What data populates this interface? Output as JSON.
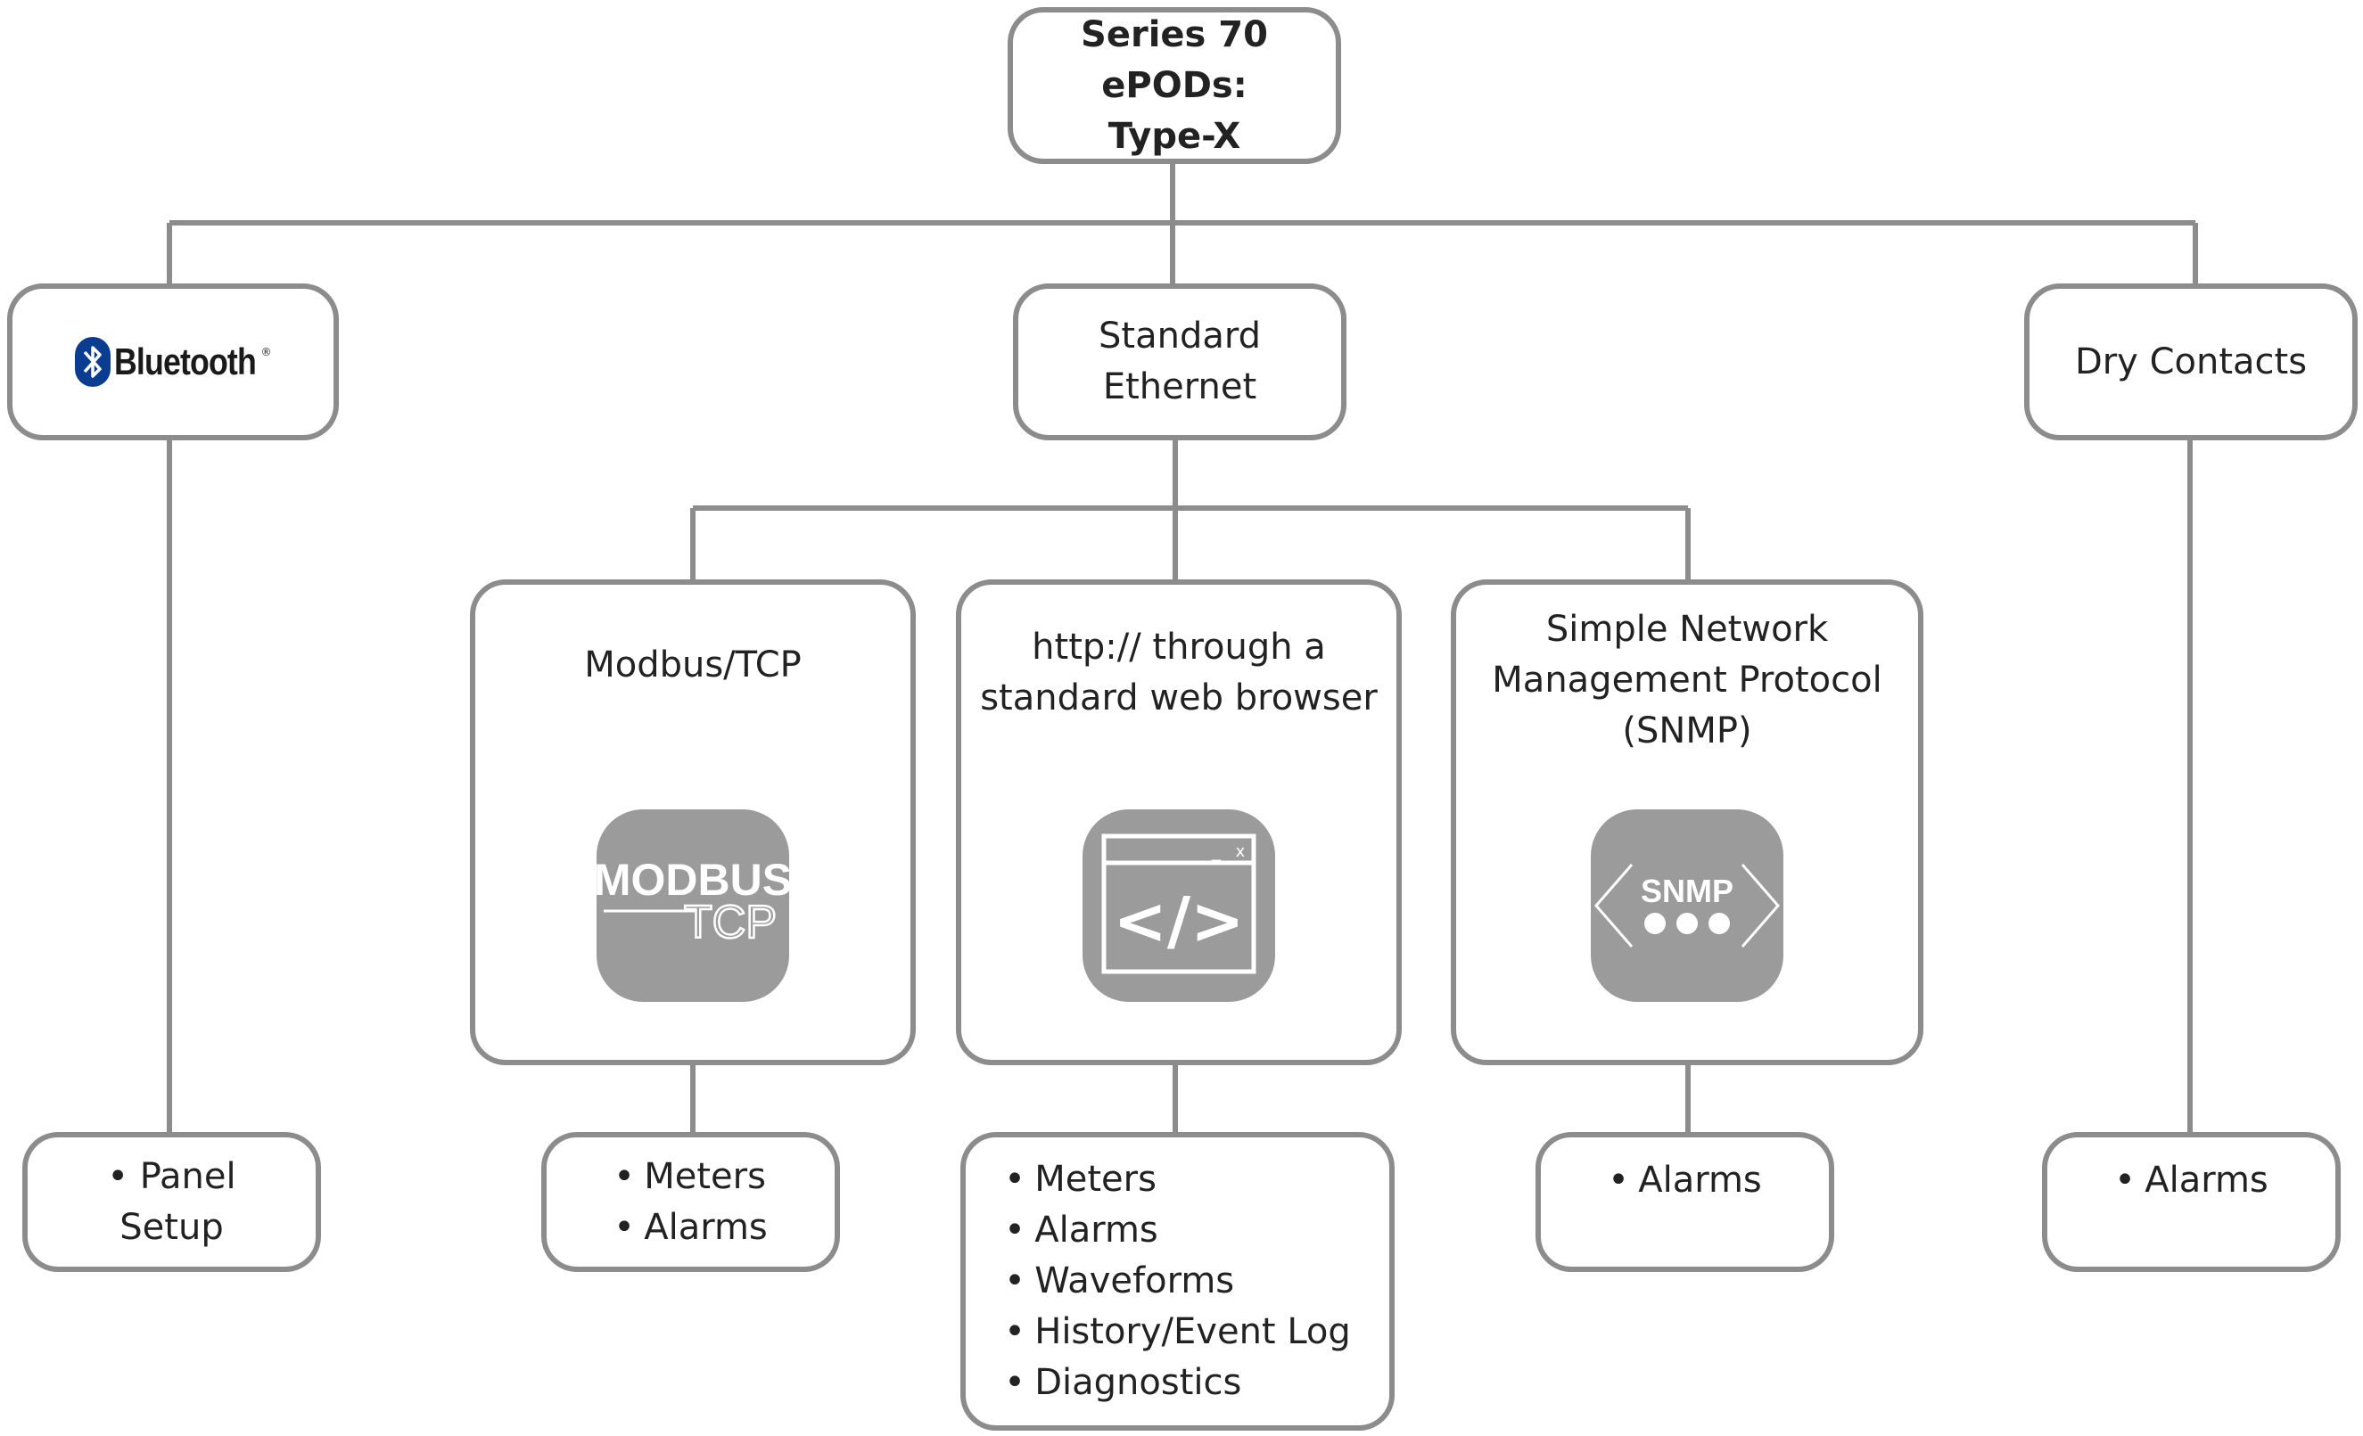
{
  "root": {
    "line1": "Series 70 ePODs:",
    "line2": "Type-X"
  },
  "level1": {
    "bluetooth": {
      "label": "Bluetooth",
      "reg": "®"
    },
    "ethernet": {
      "line1": "Standard",
      "line2": "Ethernet"
    },
    "dry": {
      "label": "Dry Contacts"
    }
  },
  "level2": {
    "modbus": {
      "label": "Modbus/TCP",
      "icon_text": "MODBUS",
      "icon_subtext": "TCP"
    },
    "http": {
      "line1": "http:// through a",
      "line2": "standard web browser",
      "icon_close": "x",
      "icon_min": "_",
      "icon_code": "</>"
    },
    "snmp": {
      "line1": "Simple Network",
      "line2": "Management Protocol",
      "line3": "(SNMP)",
      "icon_text": "SNMP"
    }
  },
  "leaves": {
    "bluetooth": {
      "bullet": "•",
      "line1": "Panel",
      "line2": "Setup"
    },
    "modbus": {
      "items": [
        "Meters",
        "Alarms"
      ]
    },
    "http": {
      "items": [
        "Meters",
        "Alarms",
        "Waveforms",
        "History/Event Log",
        "Diagnostics"
      ]
    },
    "snmp": {
      "items": [
        "Alarms"
      ]
    },
    "dry": {
      "items": [
        "Alarms"
      ]
    }
  },
  "colors": {
    "line": "#8c8c8c",
    "tile": "#9b9b9b",
    "bluetooth_blue": "#0a3d91"
  }
}
